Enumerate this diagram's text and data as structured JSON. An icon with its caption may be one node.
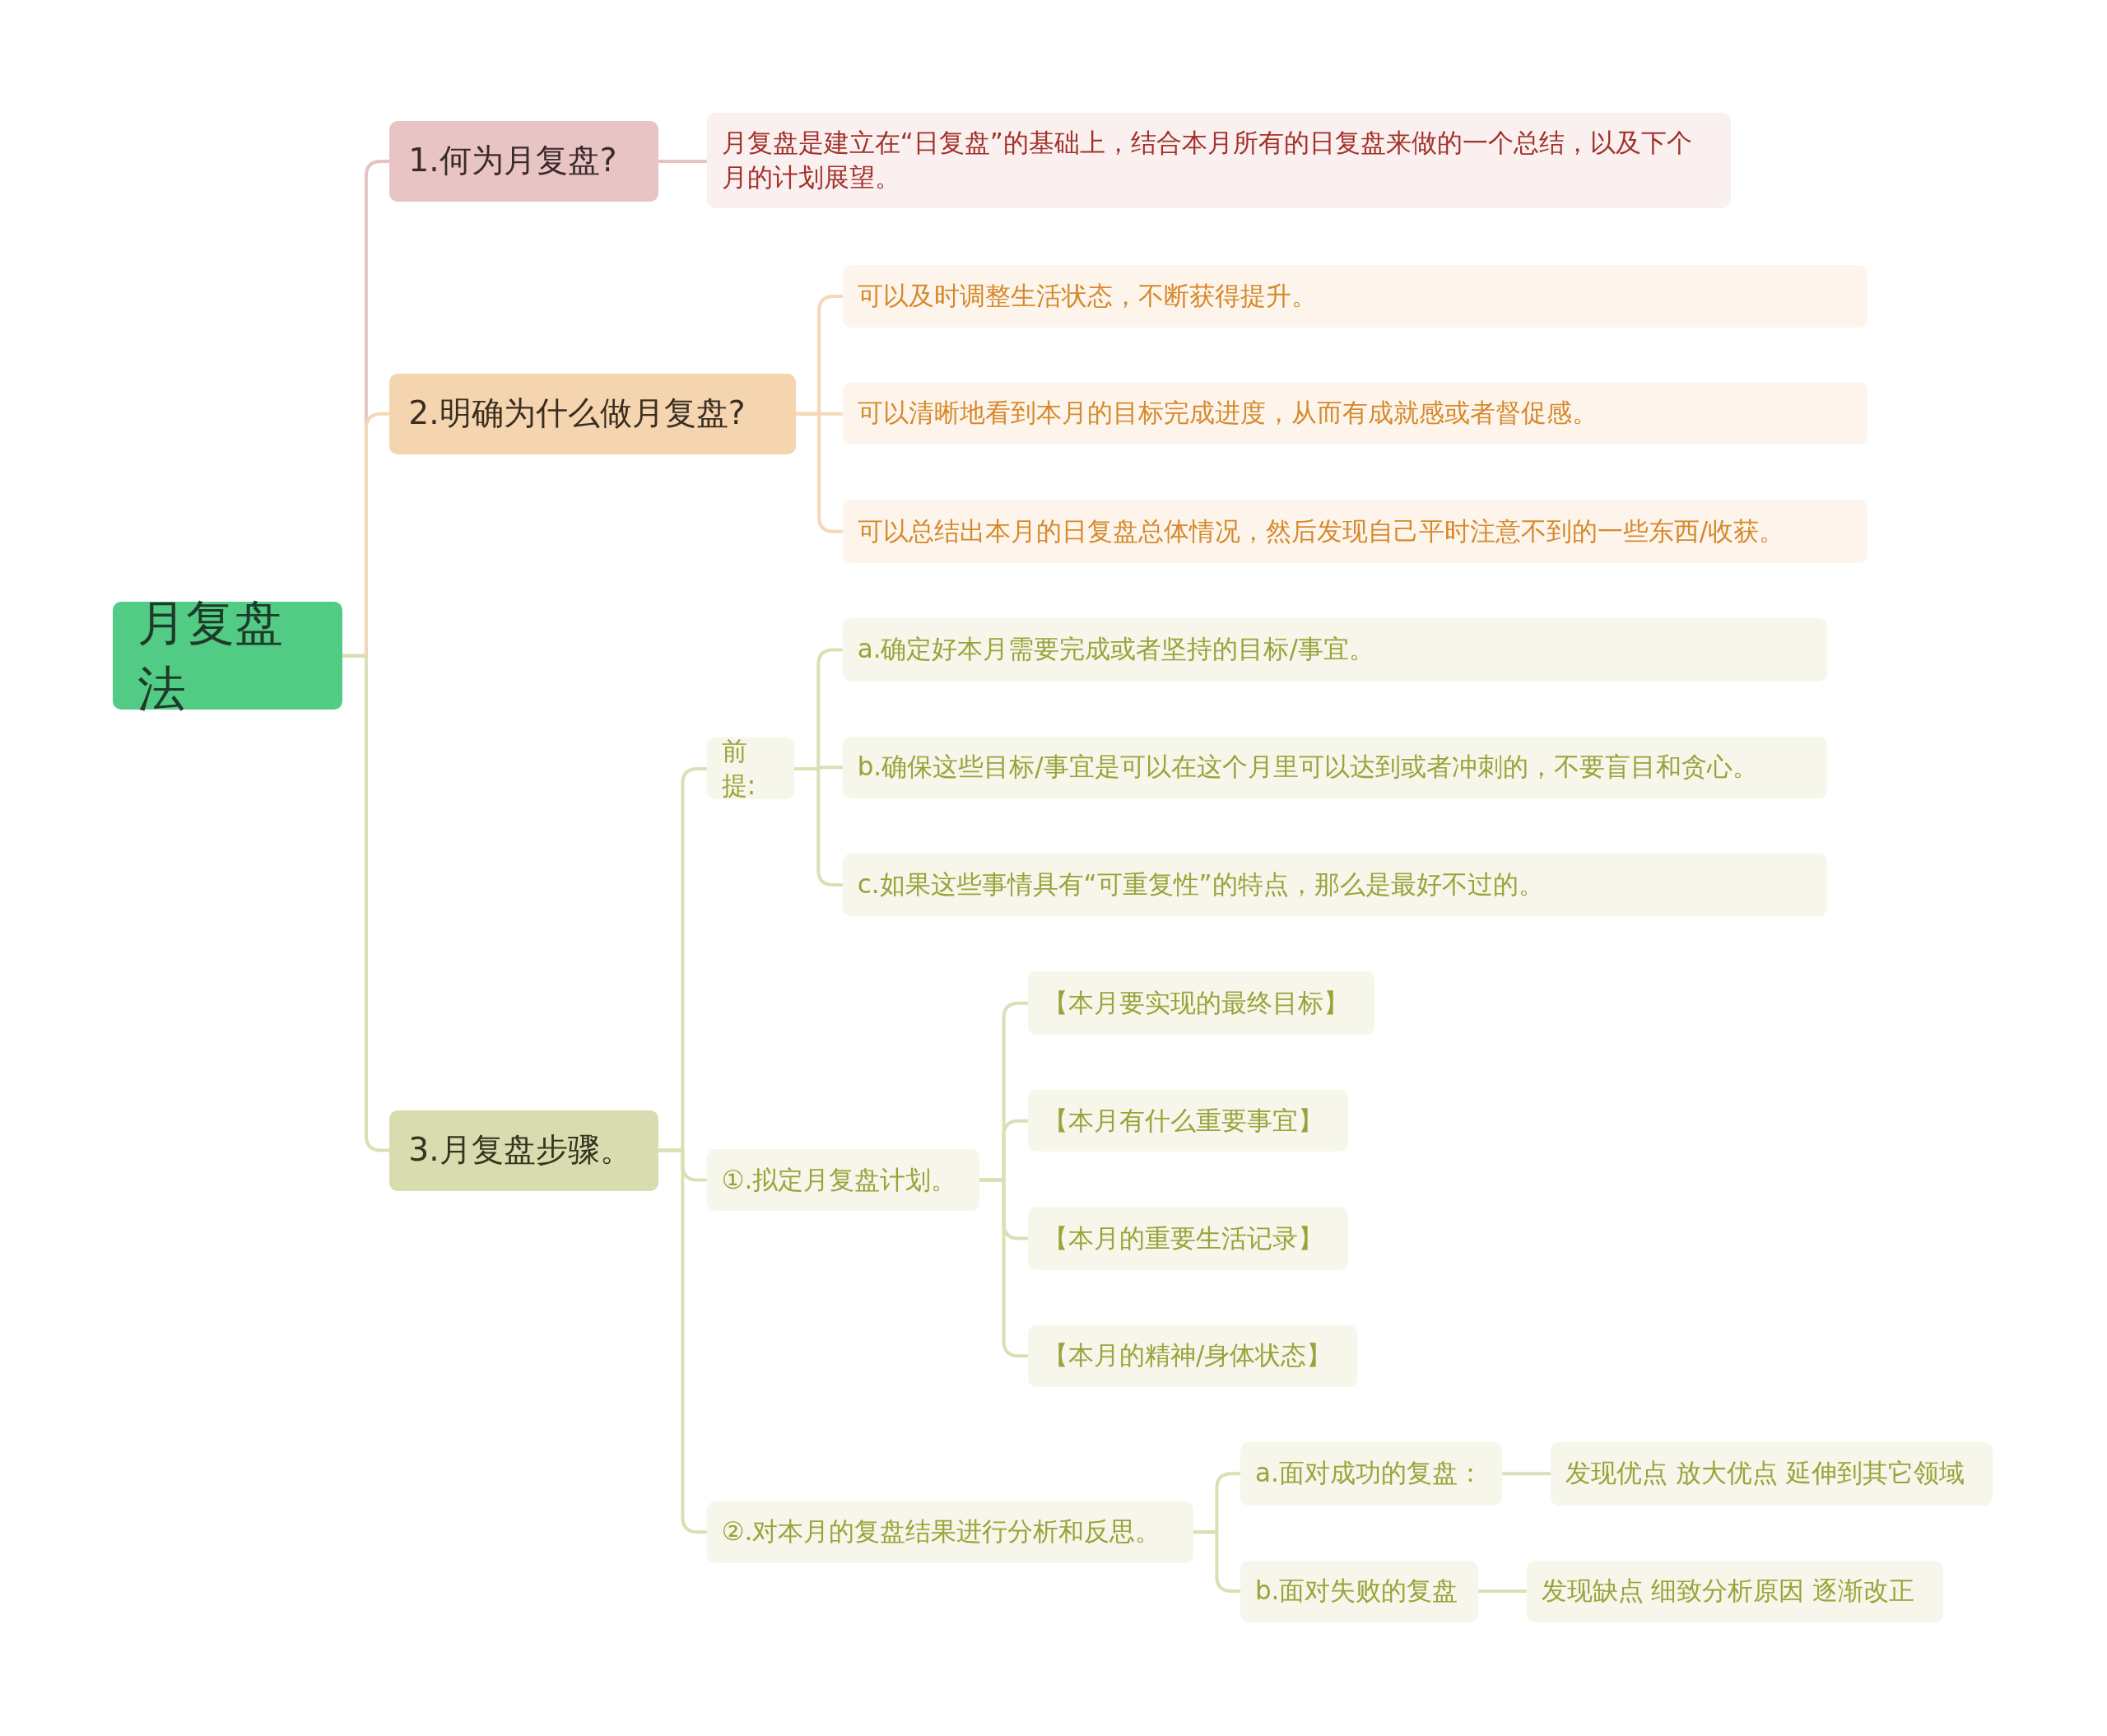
{
  "diagram": {
    "nodes": [
      {
        "text": [
          "月复盘法"
        ]
      },
      {
        "text": [
          "1.何为月复盘?"
        ]
      },
      {
        "text": [
          "月复盘是建立在“日复盘”的基础上，结合本月所有的日复盘来做的一个总结，以及下个月的计划展望。"
        ]
      },
      {
        "text": [
          "2.明确为什么做月复盘?"
        ]
      },
      {
        "text": [
          "可以及时调整生活状态，不断获得提升。"
        ]
      },
      {
        "text": [
          "可以清晰地看到本月的目标完成进度，从而有成就感或者督促感。"
        ]
      },
      {
        "text": [
          "可以总结出本月的日复盘总体情况，然后发现自己平时注意不到的一些东西/收获。"
        ]
      },
      {
        "text": [
          "3.月复盘步骤。"
        ]
      },
      {
        "text": [
          "前提:"
        ]
      },
      {
        "text": [
          "a.确定好本月需要完成或者坚持的目标/事宜。"
        ]
      },
      {
        "text": [
          "b.确保这些目标/事宜是可以在这个月里可以达到或者冲刺的，不要盲目和贪心。"
        ]
      },
      {
        "text": [
          "c.如果这些事情具有“可重复性”的特点，那么是最好不过的。"
        ]
      },
      {
        "text": [
          "①.拟定月复盘计划。"
        ]
      },
      {
        "text": [
          "【本月要实现的最终目标】"
        ]
      },
      {
        "text": [
          "【本月有什么重要事宜】"
        ]
      },
      {
        "text": [
          "【本月的重要生活记录】"
        ]
      },
      {
        "text": [
          "【本月的精神/身体状态】"
        ]
      },
      {
        "text": [
          "②.对本月的复盘结果进行分析和反思。"
        ]
      },
      {
        "text": [
          "a.面对成功的复盘："
        ]
      },
      {
        "text": [
          "发现优点 放大优点 延伸到其它领域"
        ]
      },
      {
        "text": [
          "b.面对失败的复盘"
        ]
      },
      {
        "text": [
          "发现缺点 细致分析原因 逐渐改正"
        ]
      }
    ],
    "edges": [
      {
        "from": 0,
        "to": 1,
        "arrow": "none",
        "color": "#e8c2c2"
      },
      {
        "from": 1,
        "to": 2,
        "arrow": "none",
        "color": "#e8c2c2"
      },
      {
        "from": 0,
        "to": 3,
        "arrow": "none",
        "color": "#f5d8b6"
      },
      {
        "from": 3,
        "to": 4,
        "arrow": "none",
        "color": "#f5d8b6"
      },
      {
        "from": 3,
        "to": 5,
        "arrow": "none",
        "color": "#f5d8b6"
      },
      {
        "from": 3,
        "to": 6,
        "arrow": "none",
        "color": "#f5d8b6"
      },
      {
        "from": 0,
        "to": 7,
        "arrow": "none"
      },
      {
        "from": 7,
        "to": 8,
        "arrow": "none"
      },
      {
        "from": 8,
        "to": 9,
        "arrow": "none"
      },
      {
        "from": 8,
        "to": 10,
        "arrow": "none"
      },
      {
        "from": 8,
        "to": 11,
        "arrow": "none"
      },
      {
        "from": 7,
        "to": 12,
        "arrow": "none"
      },
      {
        "from": 12,
        "to": 13,
        "arrow": "none"
      },
      {
        "from": 12,
        "to": 14,
        "arrow": "none"
      },
      {
        "from": 12,
        "to": 15,
        "arrow": "none"
      },
      {
        "from": 12,
        "to": 16,
        "arrow": "none"
      },
      {
        "from": 7,
        "to": 17,
        "arrow": "none"
      },
      {
        "from": 17,
        "to": 18,
        "arrow": "none"
      },
      {
        "from": 17,
        "to": 20,
        "arrow": "none"
      },
      {
        "from": 18,
        "to": 19,
        "arrow": "none"
      },
      {
        "from": 20,
        "to": 21,
        "arrow": "none"
      }
    ]
  }
}
